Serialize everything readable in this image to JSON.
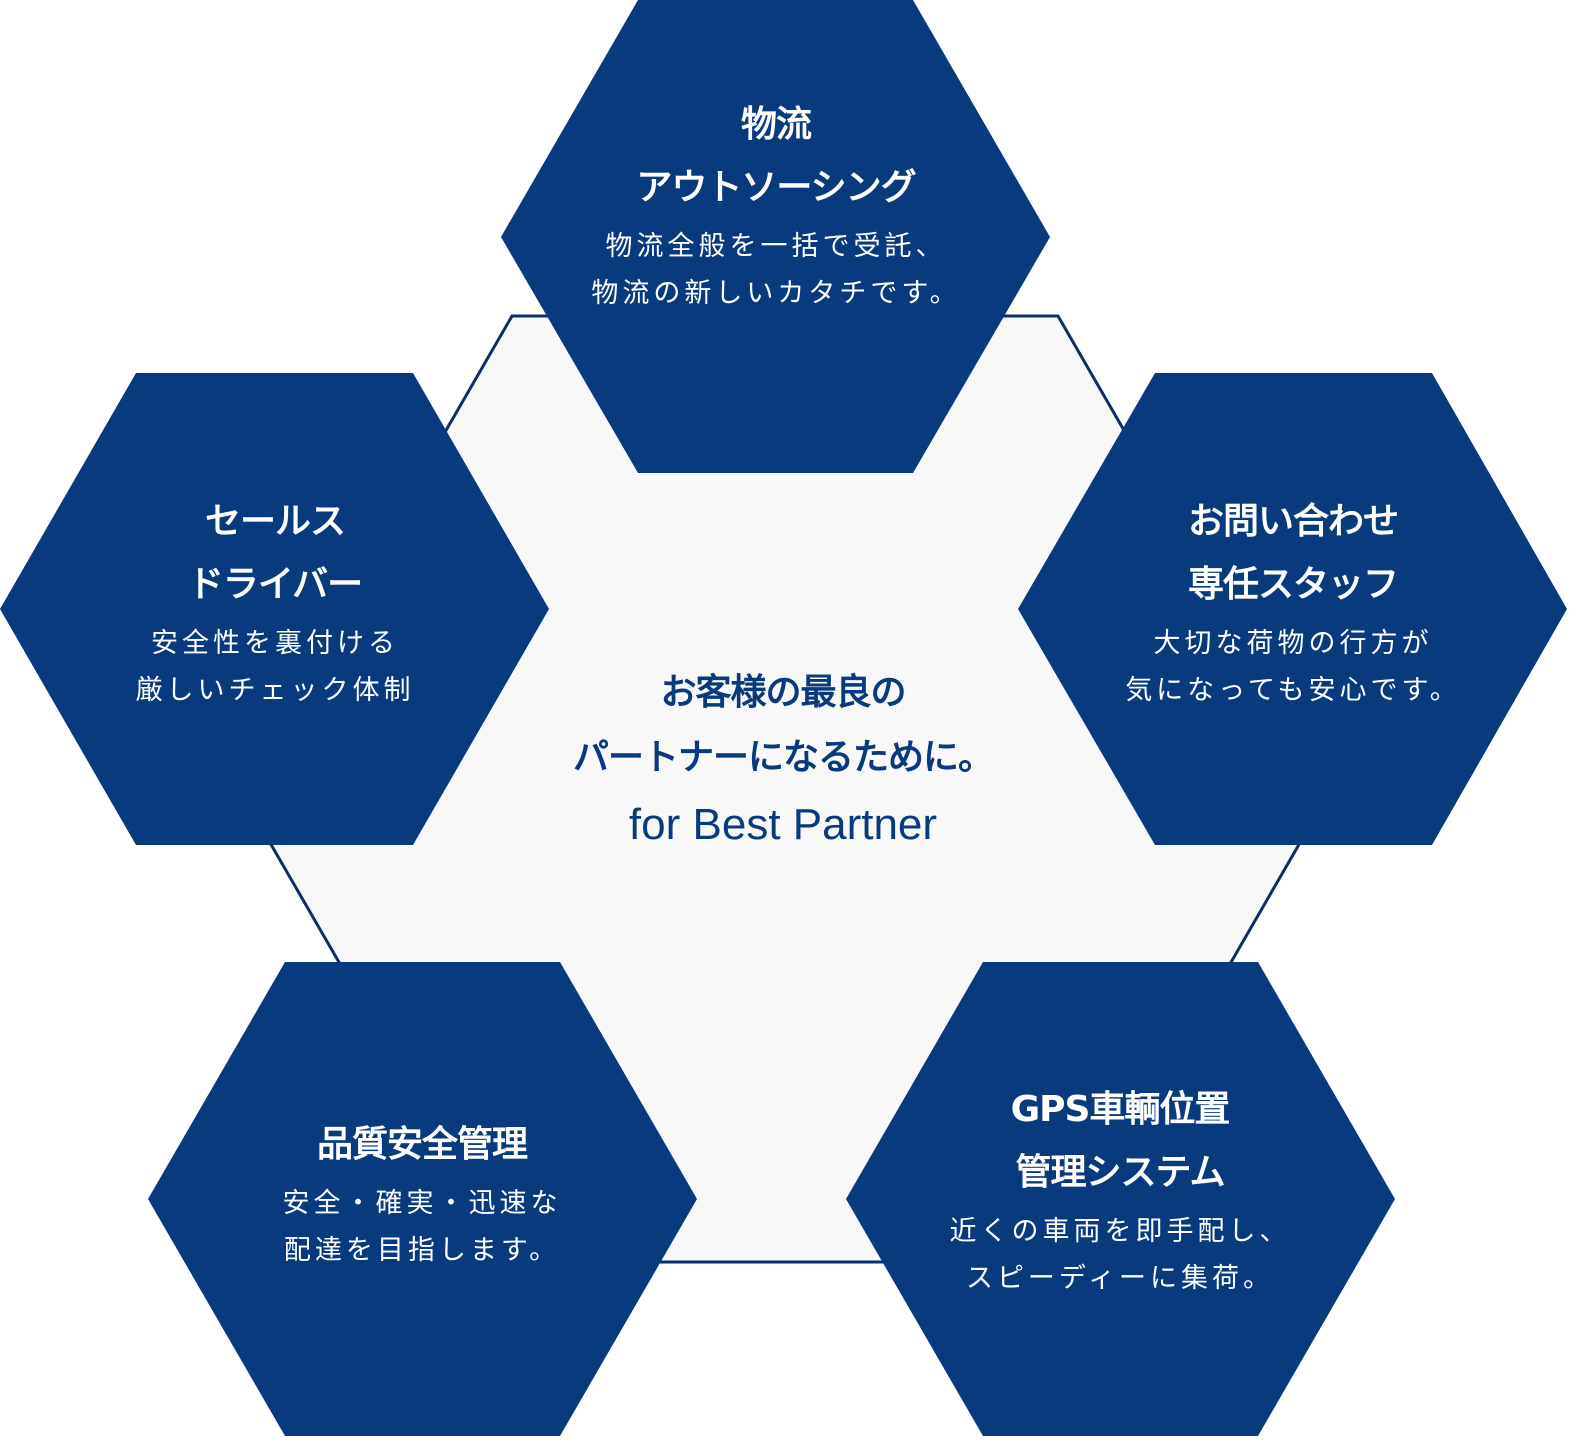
{
  "colors": {
    "hex_fill": "#0a3a7e",
    "center_fill": "#f8f8f8",
    "center_stroke": "#0b2f66",
    "text_light": "#ffffff"
  },
  "center": {
    "title_lines": [
      "お客様の最良の",
      "パートナーになるために。"
    ],
    "subtitle": "for Best Partner"
  },
  "hexagons": [
    {
      "id": "logistics",
      "title_lines": [
        "物流",
        "アウトソーシング"
      ],
      "desc_lines": [
        "物流全般を一括で受託、",
        "物流の新しいカタチです。"
      ]
    },
    {
      "id": "sales-driver",
      "title_lines": [
        "セールス",
        "ドライバー"
      ],
      "desc_lines": [
        "安全性を裏付ける",
        "厳しいチェック体制"
      ]
    },
    {
      "id": "inquiry-staff",
      "title_lines": [
        "お問い合わせ",
        "専任スタッフ"
      ],
      "desc_lines": [
        "大切な荷物の行方が",
        "気になっても安心です。"
      ]
    },
    {
      "id": "quality-safety",
      "title_lines": [
        "品質安全管理"
      ],
      "desc_lines": [
        "安全・確実・迅速な",
        "配達を目指します。"
      ]
    },
    {
      "id": "gps",
      "title_lines": [
        "GPS車輌位置",
        "管理システム"
      ],
      "desc_lines": [
        "近くの車両を即手配し、",
        "スピーディーに集荷。"
      ]
    }
  ]
}
